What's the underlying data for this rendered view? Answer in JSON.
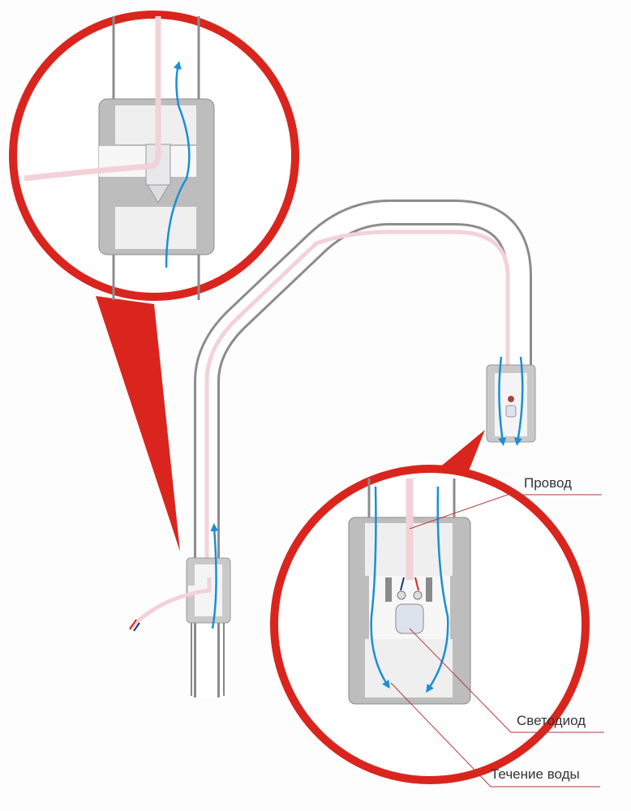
{
  "labels": {
    "wire": "Провод",
    "led": "Светодиод",
    "water_flow": "Течение воды"
  },
  "colors": {
    "callout_red": "#d9251d",
    "water_arrow": "#1a8fd6",
    "wire_pink": "#f2d2d8",
    "pipe_gray": "#8c8c8c",
    "fitting_gray": "#c9c9c9",
    "leader_line": "#b23a3a"
  }
}
